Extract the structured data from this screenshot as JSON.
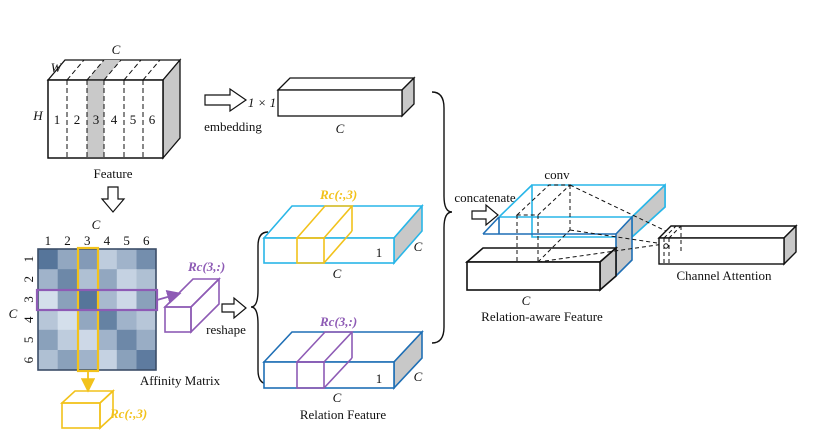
{
  "labels": {
    "feature": "Feature",
    "dim_c": "C",
    "dim_w": "W",
    "dim_h": "H",
    "embedding": "embedding",
    "one_by_one": "1 × 1",
    "affinity_matrix": "Affinity Matrix",
    "reshape": "reshape",
    "relation_feature": "Relation Feature",
    "concatenate": "concatenate",
    "conv": "conv",
    "relation_aware_feature": "Relation-aware Feature",
    "channel_attention": "Channel Attention",
    "one": "1",
    "rc_row": "Rc(3,:)",
    "rc_col": "Rc(:,3)"
  },
  "slices": [
    "1",
    "2",
    "3",
    "4",
    "5",
    "6"
  ],
  "matrix_indices": [
    "1",
    "2",
    "3",
    "4",
    "5",
    "6"
  ],
  "colors": {
    "yellow": "#f2c21b",
    "purple": "#8e5bb5",
    "cyan": "#29b6e8",
    "blue": "#1f6fb5",
    "gray_face": "#c8c8c8",
    "slice_gray": "#c9c9c9",
    "matrix_dark": "#4f6f95",
    "matrix_light": "#e3ebf5"
  },
  "matrix_shades": [
    [
      0.95,
      0.55,
      0.65,
      0.25,
      0.45,
      0.75
    ],
    [
      0.45,
      0.8,
      0.35,
      0.55,
      0.2,
      0.35
    ],
    [
      0.1,
      0.6,
      0.95,
      0.4,
      0.15,
      0.6
    ],
    [
      0.3,
      0.1,
      0.55,
      0.85,
      0.45,
      0.3
    ],
    [
      0.6,
      0.25,
      0.15,
      0.45,
      0.8,
      0.5
    ],
    [
      0.35,
      0.6,
      0.45,
      0.2,
      0.6,
      0.9
    ]
  ]
}
